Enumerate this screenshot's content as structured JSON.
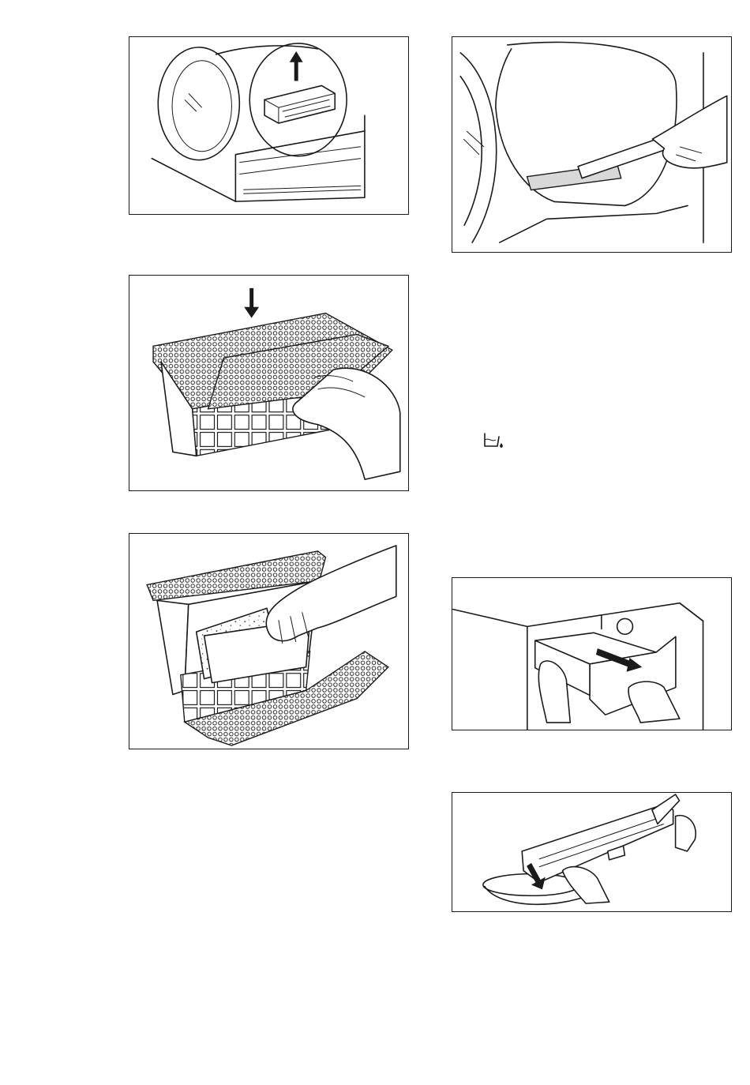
{
  "figures": [
    {
      "id": "fig-1",
      "icon": "dryer-door-filter-lift"
    },
    {
      "id": "fig-2",
      "icon": "filter-press-close"
    },
    {
      "id": "fig-3",
      "icon": "filter-clean-by-hand"
    },
    {
      "id": "fig-4",
      "icon": "vacuum-filter-housing"
    },
    {
      "id": "fig-5",
      "icon": "water-container-pull-out"
    },
    {
      "id": "fig-6",
      "icon": "water-container-empty"
    }
  ],
  "symbols": {
    "container_icon": "water-container-icon"
  },
  "colors": {
    "line": "#1a1a1a",
    "background": "#ffffff"
  }
}
